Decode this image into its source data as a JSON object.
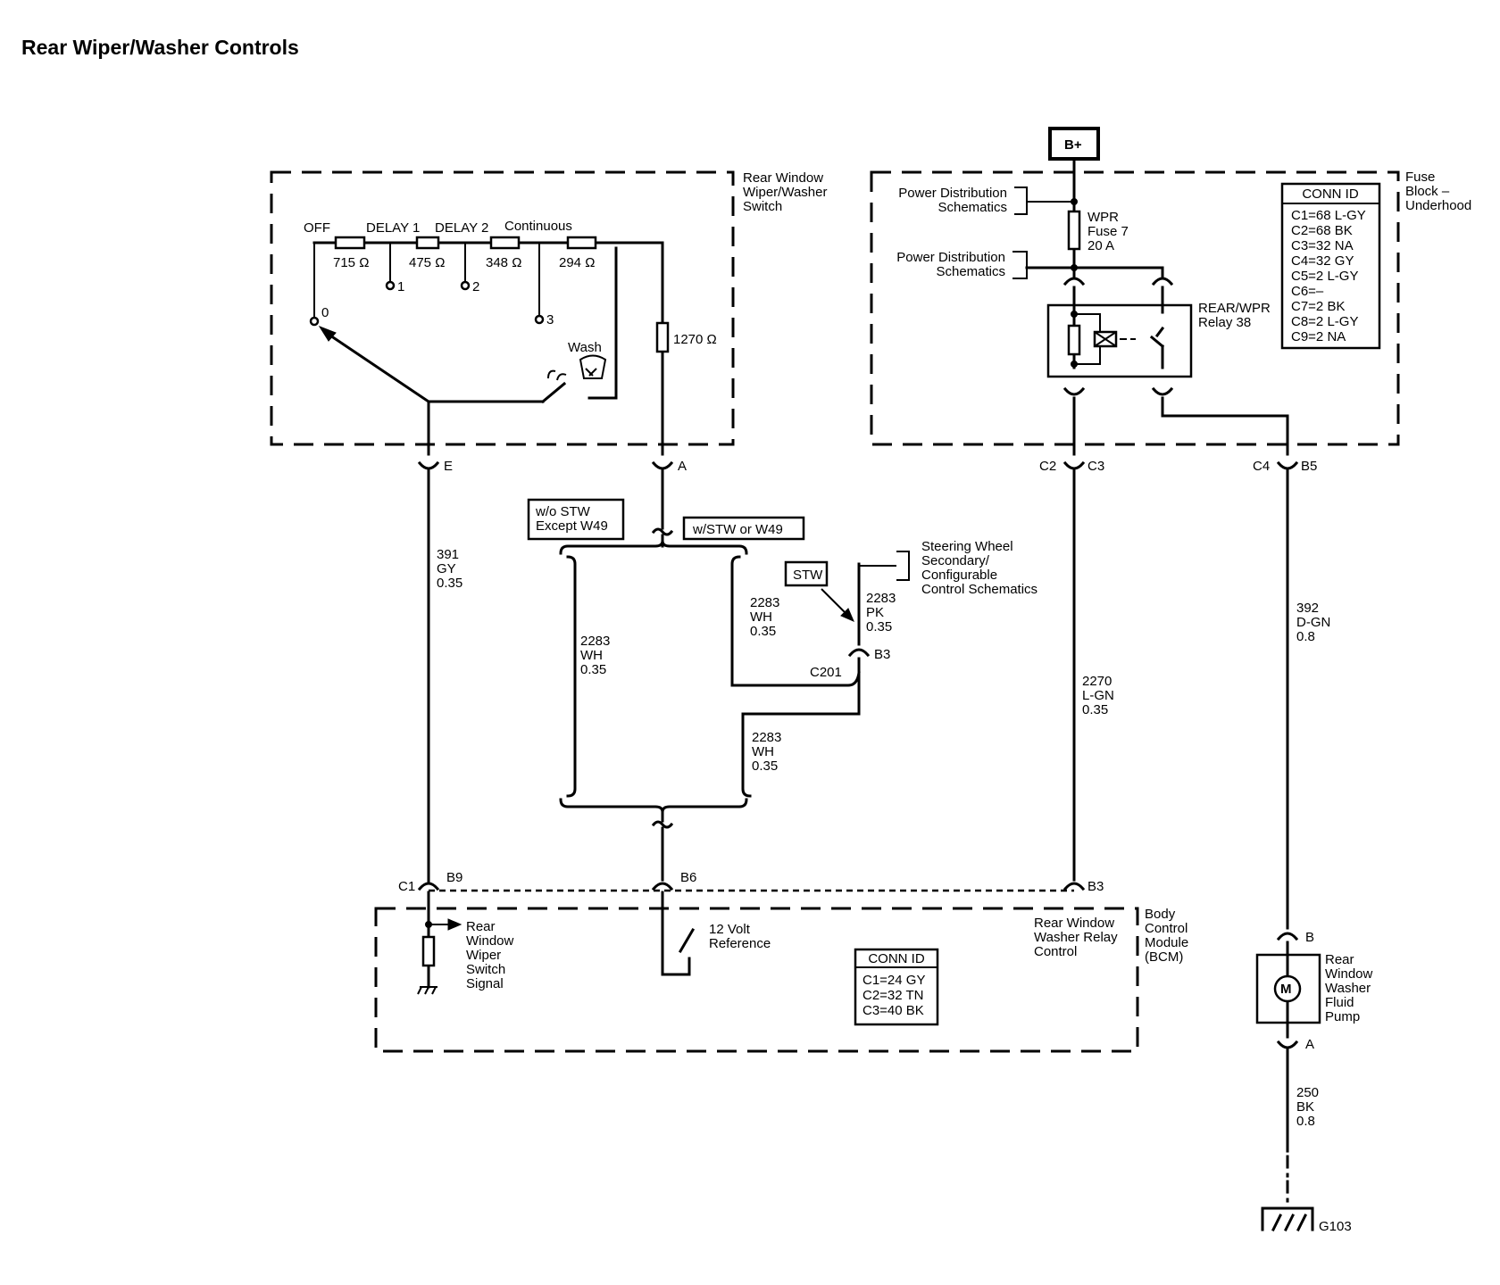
{
  "title": "Rear Wiper/Washer Controls",
  "colors": {
    "ink": "#000000",
    "background": "#ffffff"
  },
  "components": {
    "switch": {
      "name": [
        "Rear Window",
        "Wiper/Washer",
        "Switch"
      ],
      "positions": {
        "off": "OFF",
        "delay1": "DELAY 1",
        "delay2": "DELAY 2",
        "continuous": "Continuous",
        "wash": "Wash"
      },
      "resistors": [
        "715 Ω",
        "475 Ω",
        "348 Ω",
        "294 Ω"
      ],
      "series_resistor": "1270 Ω",
      "contacts": [
        "0",
        "1",
        "2",
        "3"
      ],
      "pins": {
        "left": "E",
        "right": "A"
      }
    },
    "fuse_block": {
      "name": [
        "Fuse",
        "Block –",
        "Underhood"
      ],
      "power": "B+",
      "power_dist_1": [
        "Power Distribution",
        "Schematics"
      ],
      "power_dist_2": [
        "Power Distribution",
        "Schematics"
      ],
      "fuse": [
        "WPR",
        "Fuse 7",
        "20 A"
      ],
      "relay": [
        "REAR/WPR",
        "Relay 38"
      ],
      "conn_title": "CONN ID",
      "conn_rows": [
        "C1=68 L-GY",
        "C2=68 BK",
        "C3=32 NA",
        "C4=32 GY",
        "C5=2 L-GY",
        "C6=–",
        "C7=2 BK",
        "C8=2 L-GY",
        "C9=2 NA"
      ],
      "pins": {
        "relay_out_a": "C2",
        "relay_out_b": "C3",
        "pump_out_a": "C4",
        "pump_out_b": "B5"
      }
    },
    "options": {
      "without_stw": [
        "w/o STW",
        "Except W49"
      ],
      "with_stw": "w/STW or W49",
      "stw": "STW"
    },
    "steering": {
      "name": [
        "Steering Wheel",
        "Secondary/",
        "Configurable",
        "Control Schematics"
      ],
      "connector": "C201",
      "pin": "B3"
    },
    "bcm": {
      "name": [
        "Body",
        "Control",
        "Module",
        "(BCM)"
      ],
      "pins": {
        "c1": "C1",
        "b9": "B9",
        "b6": "B6",
        "b3": "B3"
      },
      "signals": {
        "wiper": [
          "Rear",
          "Window",
          "Wiper",
          "Switch",
          "Signal"
        ],
        "reference": [
          "12 Volt",
          "Reference"
        ],
        "relay_control": [
          "Rear Window",
          "Washer Relay",
          "Control"
        ]
      },
      "conn_title": "CONN ID",
      "conn_rows": [
        "C1=24 GY",
        "C2=32 TN",
        "C3=40 BK"
      ]
    },
    "pump": {
      "name": [
        "Rear",
        "Window",
        "Washer",
        "Fluid",
        "Pump"
      ],
      "symbol": "M",
      "pins": {
        "top": "B",
        "bottom": "A"
      }
    },
    "ground": {
      "label": "G103"
    }
  },
  "wires": {
    "w391": [
      "391",
      "GY",
      "0.35"
    ],
    "w2283_left": [
      "2283",
      "WH",
      "0.35"
    ],
    "w2283_upper": [
      "2283",
      "WH",
      "0.35"
    ],
    "w2283_pk": [
      "2283",
      "PK",
      "0.35"
    ],
    "w2283_lower": [
      "2283",
      "WH",
      "0.35"
    ],
    "w2270": [
      "2270",
      "L-GN",
      "0.35"
    ],
    "w392": [
      "392",
      "D-GN",
      "0.8"
    ],
    "w250": [
      "250",
      "BK",
      "0.8"
    ]
  }
}
